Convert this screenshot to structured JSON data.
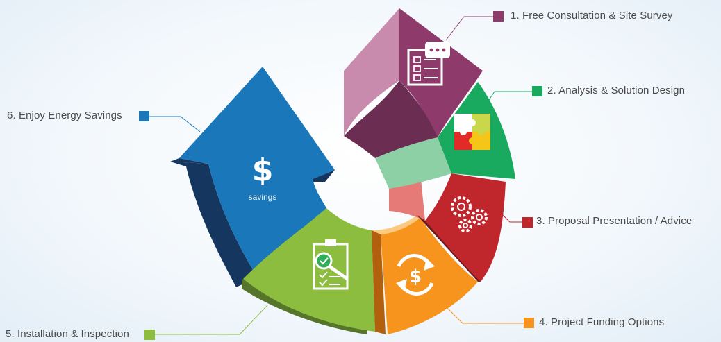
{
  "steps": [
    {
      "label": "1. Free Consultation & Site Survey",
      "color": "#8e3b6c",
      "icon": "survey-checklist-chat-icon"
    },
    {
      "label": "2. Analysis & Solution Design",
      "color": "#1aaa5f",
      "icon": "puzzle-pieces-icon"
    },
    {
      "label": "3. Proposal Presentation / Advice",
      "color": "#c0272d",
      "icon": "gears-icon"
    },
    {
      "label": "4. Project Funding Options",
      "color": "#f7941d",
      "icon": "dollar-cycle-icon"
    },
    {
      "label": "5. Installation & Inspection",
      "color": "#8cbd3f",
      "icon": "clipboard-inspect-icon"
    },
    {
      "label": "6. Enjoy Energy Savings",
      "color": "#1a77b9",
      "icon": "dollar-arrow-icon"
    }
  ],
  "arrow": {
    "symbol": "$",
    "word": "savings"
  }
}
